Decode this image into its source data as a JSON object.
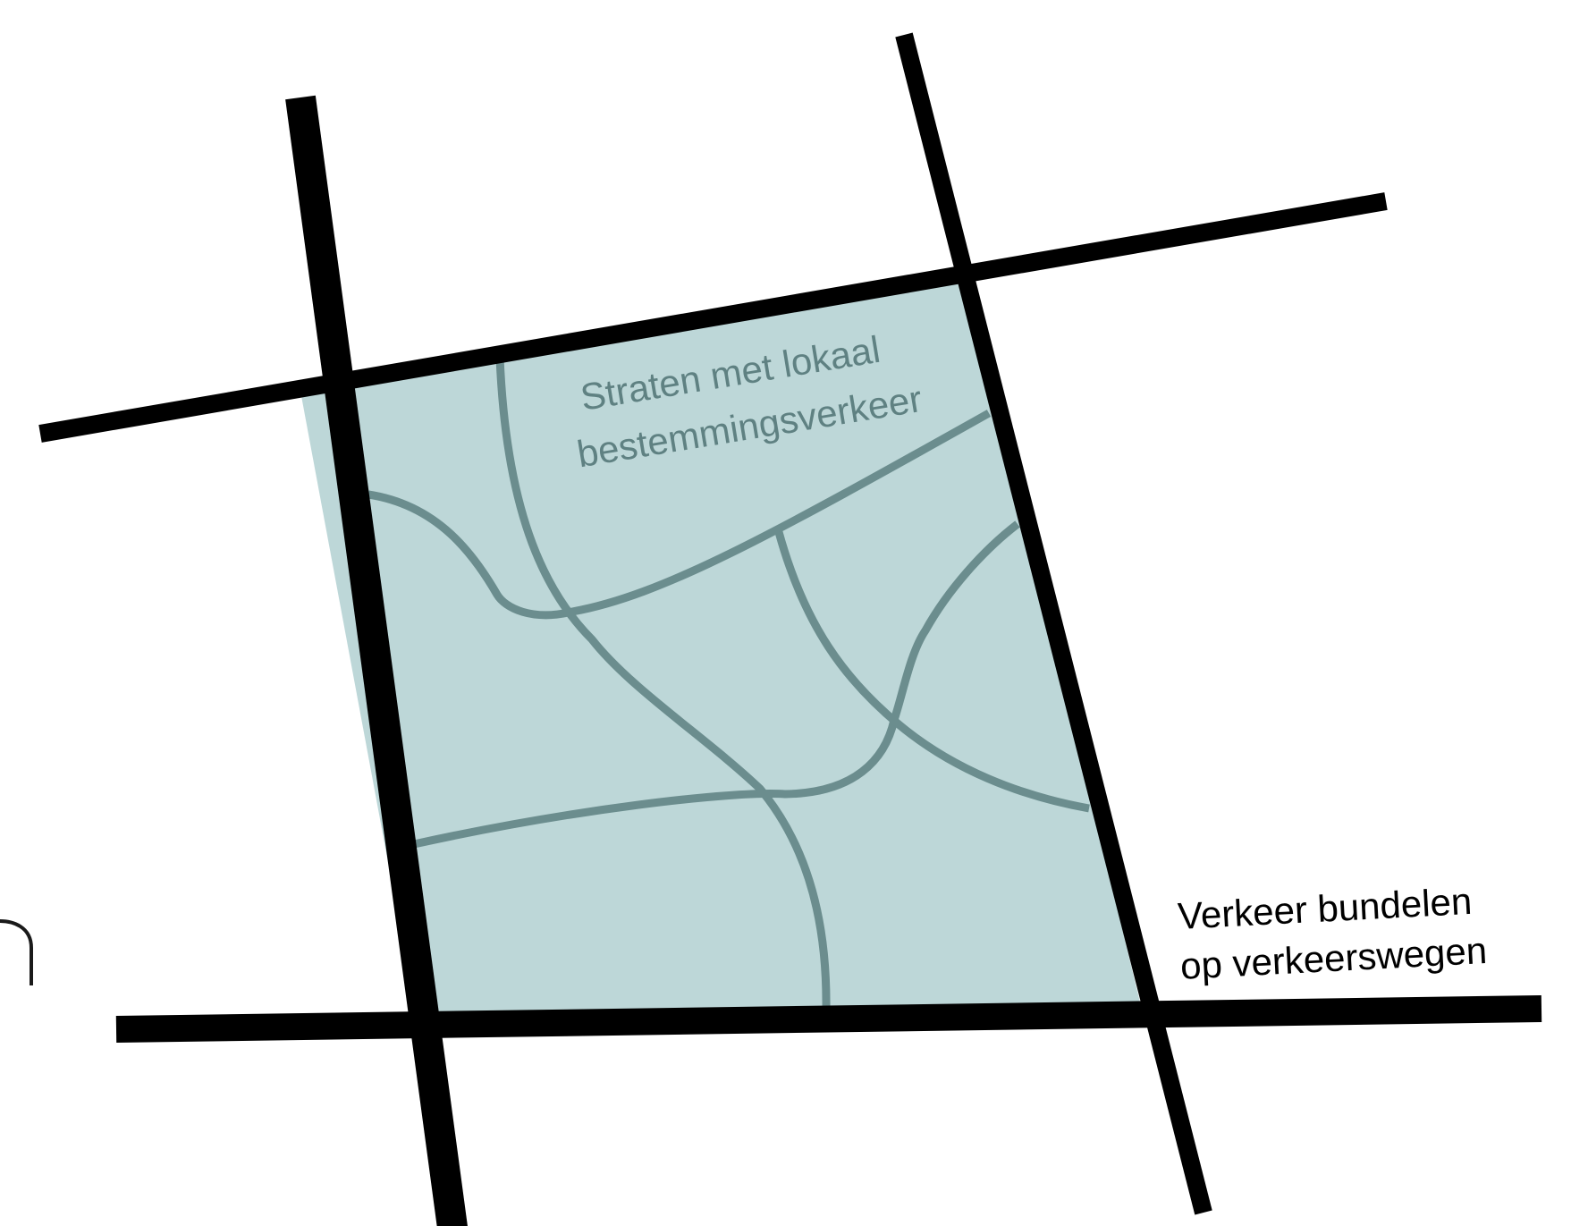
{
  "labels": {
    "local_streets": {
      "line1": "Straten met lokaal",
      "line2": "bestemmingsverkeer"
    },
    "arterial_roads": {
      "line1": "Verkeer bundelen",
      "line2": "op verkeerswegen"
    }
  },
  "colors": {
    "block_fill": "#bdd7d8",
    "local_street": "#6b8d8e",
    "local_label": "#5f8182",
    "arterial_road": "#000000",
    "arterial_label": "#000000"
  }
}
